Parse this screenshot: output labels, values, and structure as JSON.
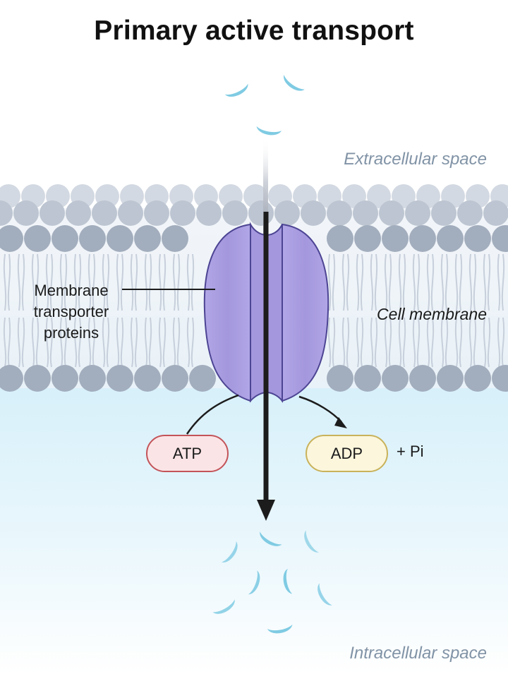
{
  "title": "Primary active transport",
  "labels": {
    "extracellular": "Extracellular space",
    "intracellular": "Intracellular space",
    "cell_membrane": "Cell membrane",
    "transporter": "Membrane transporter proteins"
  },
  "molecules": {
    "atp": "ATP",
    "adp": "ADP",
    "phosphate": "+ Pi"
  },
  "colors": {
    "substrate": "#7fcbe3",
    "protein": "#a99ee0",
    "protein_outline": "#4c4493",
    "lipid_head": "#a2adbd",
    "atp_border": "#c35459",
    "adp_border": "#c9b25a",
    "intracellular_fill": "#dff3fb"
  }
}
